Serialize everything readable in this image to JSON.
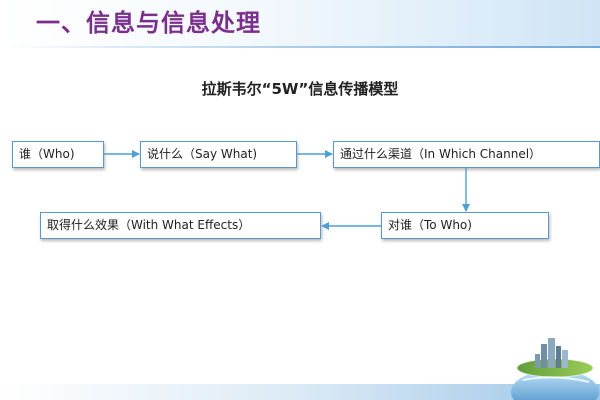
{
  "slide": {
    "title": "一、信息与信息处理",
    "subtitle": "拉斯韦尔“5W”信息传播模型"
  },
  "diagram": {
    "nodes": [
      {
        "id": "who",
        "label": "谁（Who)"
      },
      {
        "id": "say_what",
        "label": "说什么（Say What)"
      },
      {
        "id": "channel",
        "label": "通过什么渠道（In Which Channel）"
      },
      {
        "id": "to_whom",
        "label": "对谁（To Who)"
      },
      {
        "id": "effects",
        "label": "取得什么效果（With What Effects）"
      }
    ],
    "edges": [
      {
        "from": "who",
        "to": "say_what"
      },
      {
        "from": "say_what",
        "to": "channel"
      },
      {
        "from": "channel",
        "to": "to_whom"
      },
      {
        "from": "to_whom",
        "to": "effects"
      }
    ]
  },
  "colors": {
    "title": "#7a2f8c",
    "node_border": "#5a97cc",
    "arrow": "#4f9fd6"
  },
  "icons": {
    "decoration": "globe-city-icon"
  }
}
